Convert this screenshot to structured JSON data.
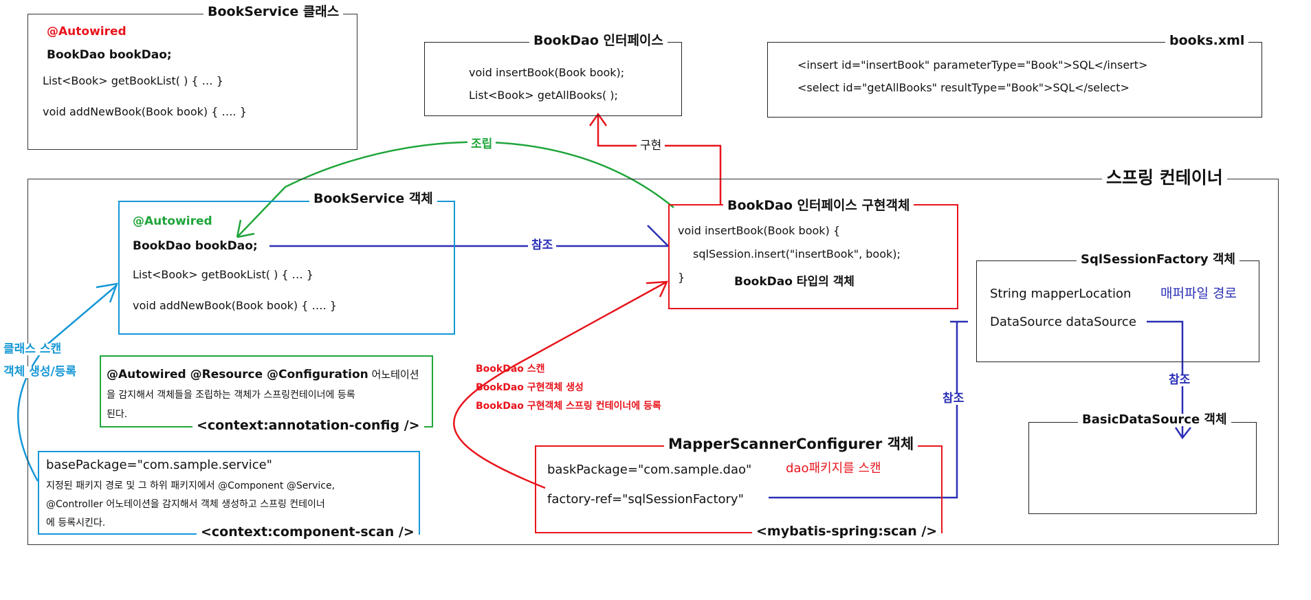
{
  "bookservice_class": {
    "title": "BookService 클래스",
    "autowired": "@Autowired",
    "field": "BookDao bookDao;",
    "method1": "List<Book>  getBookList( ) {       …       }",
    "method2": "void addNewBook(Book book) {       ….      }"
  },
  "bookdao_interface": {
    "title": "BookDao 인터페이스",
    "line1": "void insertBook(Book book);",
    "line2": "List<Book>  getAllBooks( );"
  },
  "books_xml": {
    "title": "books.xml",
    "line1": "<insert id=\"insertBook\"  parameterType=\"Book\">SQL</insert>",
    "line2": "<select id=\"getAllBooks\"  resultType=\"Book\">SQL</select>"
  },
  "container": {
    "title": "스프링 컨테이너"
  },
  "bookservice_object": {
    "title": "BookService 객체",
    "autowired": "@Autowired",
    "field": "BookDao bookDao;",
    "method1": "List<Book>  getBookList( ) {       …       }",
    "method2": "void addNewBook(Book book) {       ….      }"
  },
  "bookdao_impl": {
    "title": "BookDao 인터페이스 구현객체",
    "line1": "void insertBook(Book book) {",
    "line2": "sqlSession.insert(\"insertBook\", book);",
    "line3": "}",
    "type_note": "BookDao 타입의 객체"
  },
  "sqlsessionfactory": {
    "title": "SqlSessionFactory 객체",
    "field1": "String mapperLocation",
    "field1_note": "매퍼파일 경로",
    "field2": "DataSource dataSource"
  },
  "basicdatasource": {
    "title": "BasicDataSource 객체"
  },
  "annotation_config": {
    "desc_bold": "@Autowired  @Resource  @Configuration",
    "desc_rest": " 어노테이션",
    "desc_line2": "을 감지해서 객체들을 조립하는 객체가 스프링컨테이너에 등록",
    "desc_line3": "된다.",
    "tag": "<context:annotation-config />"
  },
  "component_scan": {
    "base_package": "basePackage=\"com.sample.service\"",
    "desc_line1": "지정된 패키지 경로 및 그 하위 패키지에서 @Component @Service,",
    "desc_line2": "@Controller 어노테이션을 감지해서 객체 생성하고 스프링 컨테이너",
    "desc_line3": "에 등록시킨다.",
    "tag": "<context:component-scan />"
  },
  "mapper_scanner": {
    "title": "MapperScannerConfigurer 객체",
    "line1": "baskPackage=\"com.sample.dao\"",
    "line1_note": "dao패키지를 스캔",
    "line2": "factory-ref=\"sqlSessionFactory\"",
    "tag": "<mybatis-spring:scan />"
  },
  "labels": {
    "assemble": "조립",
    "implement": "구현",
    "reference_main": "참조",
    "reference_factory": "참조",
    "reference_datasource": "참조",
    "class_scan_line1": "클래스 스캔",
    "class_scan_line2": "객체 생성/등록",
    "dao_scan_1": "BookDao 스캔",
    "dao_scan_2": "BookDao   구현객체 생성",
    "dao_scan_3": "BookDao   구현객체 스프링 컨테이너에 등록"
  },
  "colors": {
    "red": "#e8141c",
    "green": "#1fa53a",
    "blue": "#2a2fb5",
    "sky": "#1597d6",
    "black": "#222222"
  }
}
